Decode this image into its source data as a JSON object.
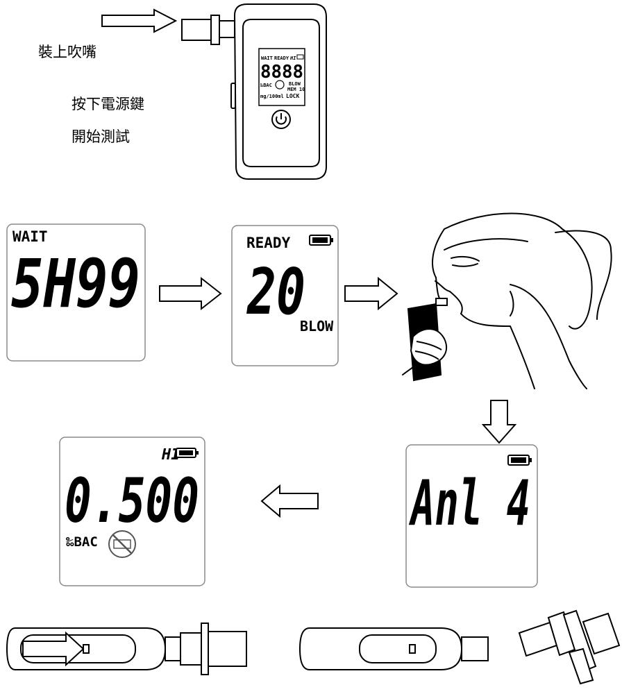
{
  "steps": {
    "attach_mouthpiece": "裝上吹嘴",
    "press_power_line1": "按下電源鍵",
    "press_power_line2": "開始測試"
  },
  "device_lcd": {
    "wait": "WAIT",
    "ready": "READY",
    "hi": "HI",
    "digits": "8888",
    "unit_bac": "‰BAC",
    "blow": "BLOW",
    "mem": "MEM 10",
    "unit_mg": "mg/100ml",
    "lock": "LOCK"
  },
  "screens": {
    "wait": {
      "label": "WAIT",
      "digits": "5H99"
    },
    "ready": {
      "label": "READY",
      "digits": "20",
      "blow": "BLOW"
    },
    "analyzing": {
      "digits": "Anl 4"
    },
    "result": {
      "label": "HI",
      "digits": "0.500",
      "unit": "‰BAC"
    }
  },
  "colors": {
    "line": "#000000",
    "screen_border": "#8a8a8a",
    "segment": "#000000"
  }
}
